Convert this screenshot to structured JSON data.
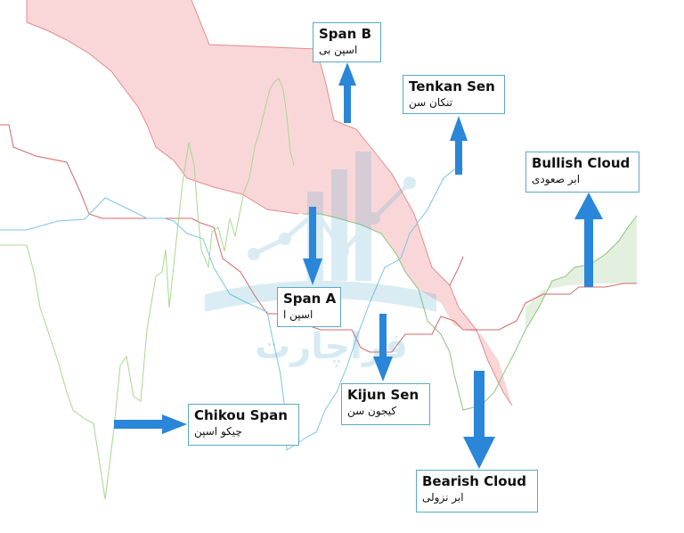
{
  "labels": {
    "span_b": {
      "en": "Span B",
      "fa": "اسپن بی"
    },
    "tenkan": {
      "en": "Tenkan Sen",
      "fa": "تنکان سن"
    },
    "bullish": {
      "en": "Bullish Cloud",
      "fa": "ابر صعودی"
    },
    "span_a": {
      "en": "Span A",
      "fa": "اسپن ا"
    },
    "kijun": {
      "en": "Kijun Sen",
      "fa": "کیجون سن"
    },
    "chikou": {
      "en": "Chikou Span",
      "fa": "چیکو اسپن"
    },
    "bearish": {
      "en": "Bearish Cloud",
      "fa": "ابر نزولی"
    }
  },
  "watermark": {
    "text": "فراچارت"
  },
  "colors": {
    "bearish_cloud": "#f9d7d9",
    "bullish_cloud": "#e3f0e0",
    "span_b_line": "#e58a8a",
    "span_a_line": "#8cc47a",
    "tenkan_line": "#7cc4e6",
    "kijun_line": "#d06a6a",
    "chikou_line": "#a6d88e",
    "arrow": "#2a86d8",
    "box_border": "#5aa9c4"
  }
}
